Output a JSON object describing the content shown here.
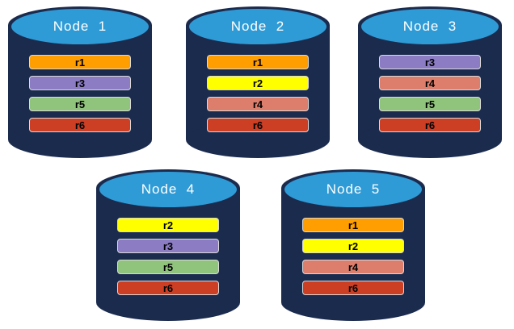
{
  "colors": {
    "page_background": "#FFFFFF",
    "cylinder_body": "#1B2B4E",
    "cap_fill": "#2F9BD6",
    "node_label_color": "#FFFFFF",
    "bar_border": "#D9D9D9",
    "bar_label_color": "#000000",
    "replicas": {
      "r1": "#FF9E00",
      "r2": "#FFFF00",
      "r3": "#8B7CC4",
      "r4": "#DC7E6B",
      "r5": "#90C47C",
      "r6": "#CC3F25"
    }
  },
  "nodes": [
    {
      "label": "Node  1",
      "replicas": [
        "r1",
        "r3",
        "r5",
        "r6"
      ]
    },
    {
      "label": "Node  2",
      "replicas": [
        "r1",
        "r2",
        "r4",
        "r6"
      ]
    },
    {
      "label": "Node  3",
      "replicas": [
        "r3",
        "r4",
        "r5",
        "r6"
      ]
    },
    {
      "label": "Node  4",
      "replicas": [
        "r2",
        "r3",
        "r5",
        "r6"
      ]
    },
    {
      "label": "Node  5",
      "replicas": [
        "r1",
        "r2",
        "r4",
        "r6"
      ]
    }
  ]
}
